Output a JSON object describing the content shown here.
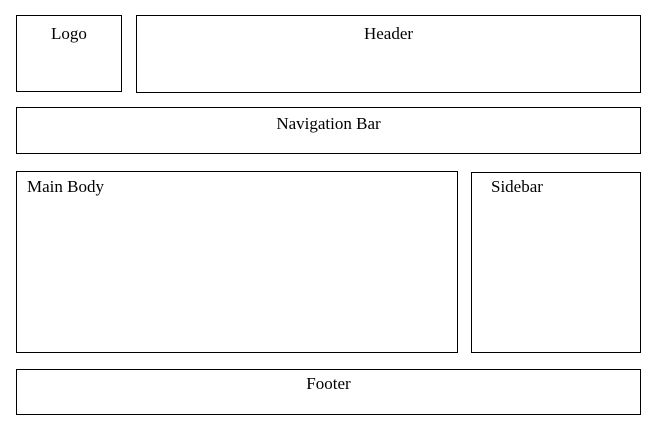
{
  "diagram": {
    "type": "webpage-layout-wireframe",
    "sections": {
      "logo": {
        "label": "Logo"
      },
      "header": {
        "label": "Header"
      },
      "navigation": {
        "label": "Navigation Bar"
      },
      "main_body": {
        "label": "Main Body"
      },
      "sidebar": {
        "label": "Sidebar"
      },
      "footer": {
        "label": "Footer"
      }
    }
  },
  "colors": {
    "background": "#ffffff",
    "border": "#000000",
    "text": "#000000"
  }
}
